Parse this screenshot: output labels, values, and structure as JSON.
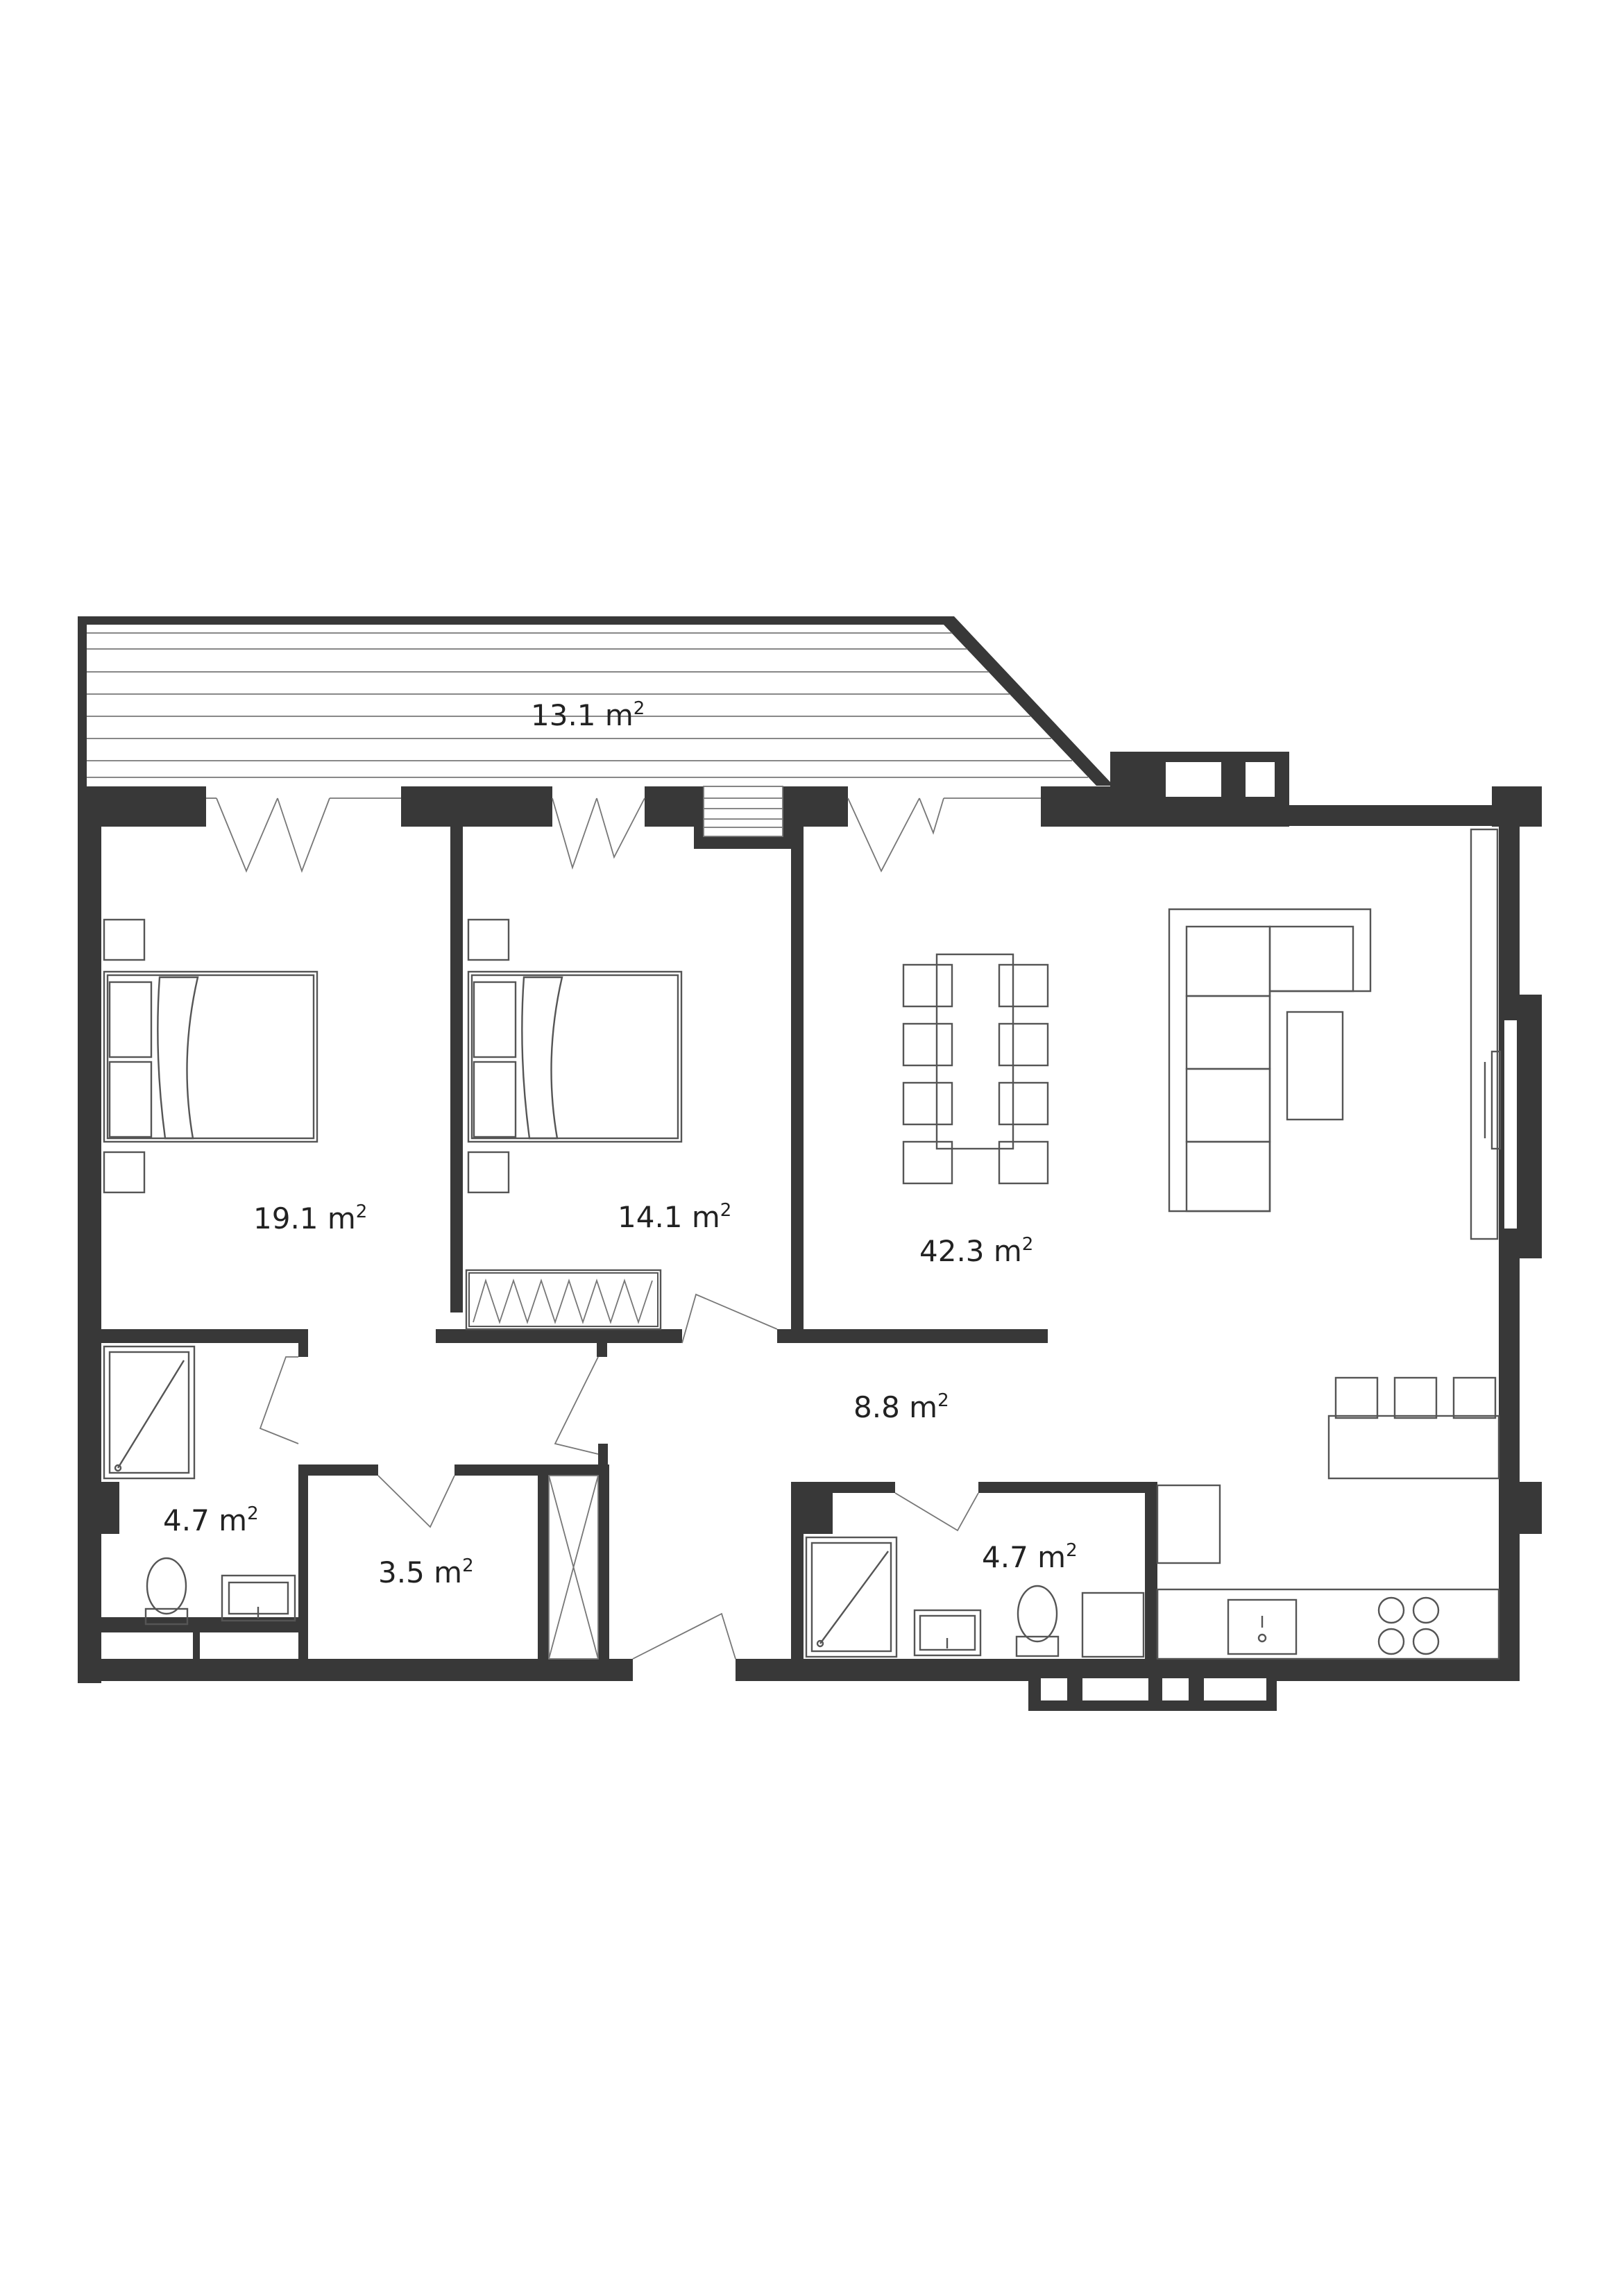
{
  "rooms": [
    {
      "id": "balcony",
      "area": "13.1",
      "unit": "m",
      "exp": "2"
    },
    {
      "id": "bedroom-1",
      "area": "19.1",
      "unit": "m",
      "exp": "2"
    },
    {
      "id": "bedroom-2",
      "area": "14.1",
      "unit": "m",
      "exp": "2"
    },
    {
      "id": "living-kitchen",
      "area": "42.3",
      "unit": "m",
      "exp": "2"
    },
    {
      "id": "hallway",
      "area": "8.8",
      "unit": "m",
      "exp": "2"
    },
    {
      "id": "bathroom-1",
      "area": "4.7",
      "unit": "m",
      "exp": "2"
    },
    {
      "id": "storage",
      "area": "3.5",
      "unit": "m",
      "exp": "2"
    },
    {
      "id": "bathroom-2",
      "area": "4.7",
      "unit": "m",
      "exp": "2"
    }
  ]
}
